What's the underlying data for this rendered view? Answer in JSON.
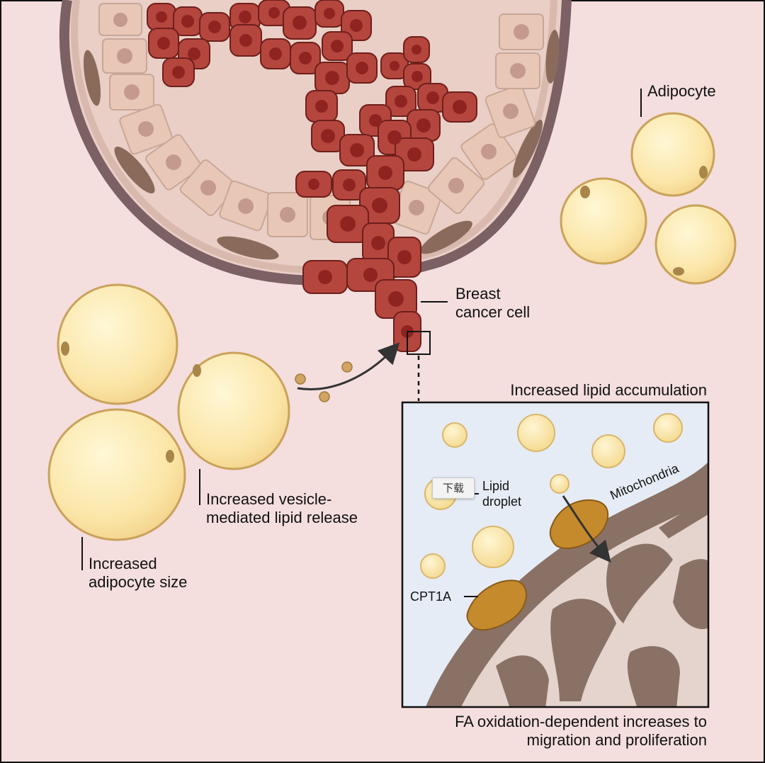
{
  "labels": {
    "adipocyte": "Adipocyte",
    "breast_cancer_cell_line1": "Breast",
    "breast_cancer_cell_line2": "cancer cell",
    "increased_lipid_accumulation": "Increased lipid accumulation",
    "vesicle_release_line1": "Increased vesicle-",
    "vesicle_release_line2": "mediated lipid release",
    "adipocyte_size_line1": "Increased",
    "adipocyte_size_line2": "adipocyte size",
    "lipid_droplet_line1": "Lipid",
    "lipid_droplet_line2": "droplet",
    "mitochondria": "Mitochondria",
    "cpt1a": "CPT1A",
    "fa_oxidation_line1": "FA oxidation-dependent increases to",
    "fa_oxidation_line2": "migration and proliferation"
  },
  "tooltip": {
    "text": "下载"
  },
  "colors": {
    "background": "#f4dede",
    "tumor_cell": "#b5463e",
    "tumor_nucleus": "#8e2320",
    "adipocyte_fill": "#fbe6a8",
    "adipocyte_edge": "#c9a25a",
    "epithelial_cell": "#e8c7b6",
    "mitochondria_outer": "#8a7166",
    "mitochondria_inner": "#e4d4cd",
    "cpt1a": "#c58a2c",
    "inset_background": "#e6ecf5"
  }
}
